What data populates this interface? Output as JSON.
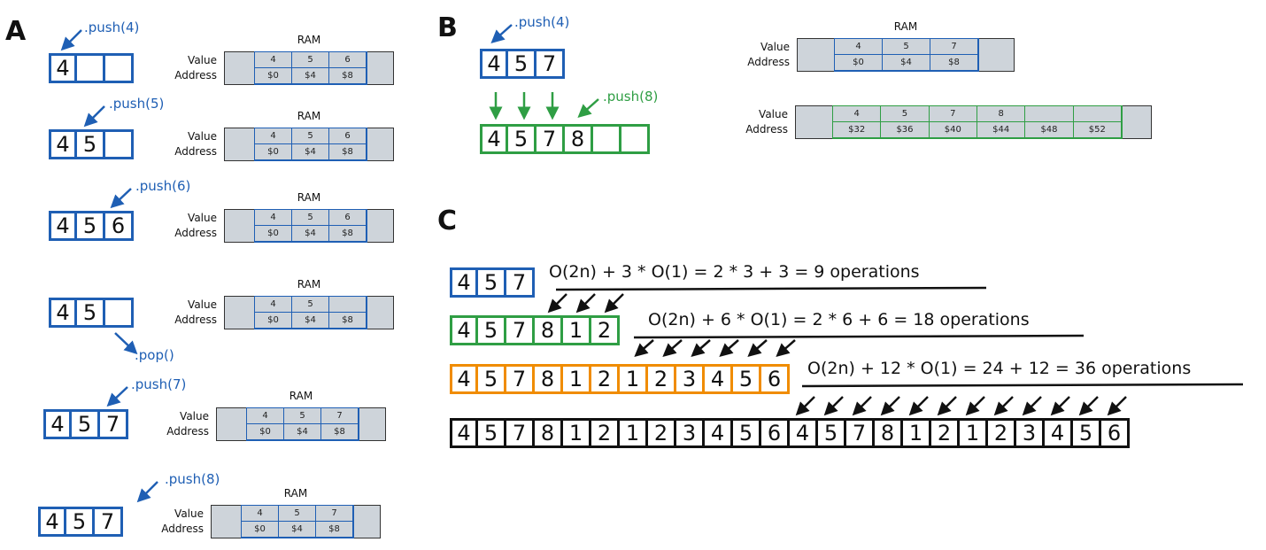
{
  "colors": {
    "blue": "#1f5fb4",
    "green": "#2f9e44",
    "orange": "#f08c00",
    "black": "#111111",
    "ram_bg": "#ced4da"
  },
  "section_a": {
    "label": "A",
    "steps": [
      {
        "op": ".push(4)",
        "cells": [
          "4",
          "",
          ""
        ],
        "ram": {
          "title": "RAM",
          "value_label": "Value",
          "address_label": "Address",
          "values": [
            "4",
            "5",
            "6"
          ],
          "addresses": [
            "$0",
            "$4",
            "$8"
          ]
        }
      },
      {
        "op": ".push(5)",
        "cells": [
          "4",
          "5",
          ""
        ],
        "ram": {
          "title": "RAM",
          "value_label": "Value",
          "address_label": "Address",
          "values": [
            "4",
            "5",
            "6"
          ],
          "addresses": [
            "$0",
            "$4",
            "$8"
          ]
        }
      },
      {
        "op": ".push(6)",
        "cells": [
          "4",
          "5",
          "6"
        ],
        "ram": {
          "title": "RAM",
          "value_label": "Value",
          "address_label": "Address",
          "values": [
            "4",
            "5",
            "6"
          ],
          "addresses": [
            "$0",
            "$4",
            "$8"
          ]
        }
      },
      {
        "op": ".pop()",
        "cells": [
          "4",
          "5",
          ""
        ],
        "ram": {
          "title": "RAM",
          "value_label": "Value",
          "address_label": "Address",
          "values": [
            "4",
            "5",
            ""
          ],
          "addresses": [
            "$0",
            "$4",
            "$8"
          ]
        }
      },
      {
        "op": ".push(7)",
        "cells": [
          "4",
          "5",
          "7"
        ],
        "ram": {
          "title": "RAM",
          "value_label": "Value",
          "address_label": "Address",
          "values": [
            "4",
            "5",
            "7"
          ],
          "addresses": [
            "$0",
            "$4",
            "$8"
          ]
        }
      },
      {
        "op": ".push(8)",
        "cells": [
          "4",
          "5",
          "7"
        ],
        "ram": {
          "title": "RAM",
          "value_label": "Value",
          "address_label": "Address",
          "values": [
            "4",
            "5",
            "7"
          ],
          "addresses": [
            "$0",
            "$4",
            "$8"
          ]
        }
      }
    ]
  },
  "section_b": {
    "label": "B",
    "op1": ".push(4)",
    "op2": ".push(8)",
    "small_cells": [
      "4",
      "5",
      "7"
    ],
    "big_cells": [
      "4",
      "5",
      "7",
      "8",
      "",
      ""
    ],
    "ram1": {
      "title": "RAM",
      "value_label": "Value",
      "address_label": "Address",
      "values": [
        "4",
        "5",
        "7"
      ],
      "addresses": [
        "$0",
        "$4",
        "$8"
      ]
    },
    "ram2": {
      "value_label": "Value",
      "address_label": "Address",
      "values": [
        "4",
        "5",
        "7",
        "8",
        "",
        ""
      ],
      "addresses": [
        "$32",
        "$36",
        "$40",
        "$44",
        "$48",
        "$52"
      ]
    }
  },
  "section_c": {
    "label": "C",
    "rows": [
      {
        "cells": [
          "4",
          "5",
          "7"
        ],
        "formula": "O(2n) + 3 * O(1) = 2 * 3 + 3 = 9 operations"
      },
      {
        "cells": [
          "4",
          "5",
          "7",
          "8",
          "1",
          "2"
        ],
        "formula": "O(2n) + 6 * O(1) = 2 * 6 + 6 = 18 operations"
      },
      {
        "cells": [
          "4",
          "5",
          "7",
          "8",
          "1",
          "2",
          "1",
          "2",
          "3",
          "4",
          "5",
          "6"
        ],
        "formula": "O(2n) + 12 * O(1) = 24 + 12 = 36 operations"
      },
      {
        "cells": [
          "4",
          "5",
          "7",
          "8",
          "1",
          "2",
          "1",
          "2",
          "3",
          "4",
          "5",
          "6",
          "4",
          "5",
          "7",
          "8",
          "1",
          "2",
          "1",
          "2",
          "3",
          "4",
          "5",
          "6"
        ],
        "formula": ""
      }
    ]
  }
}
